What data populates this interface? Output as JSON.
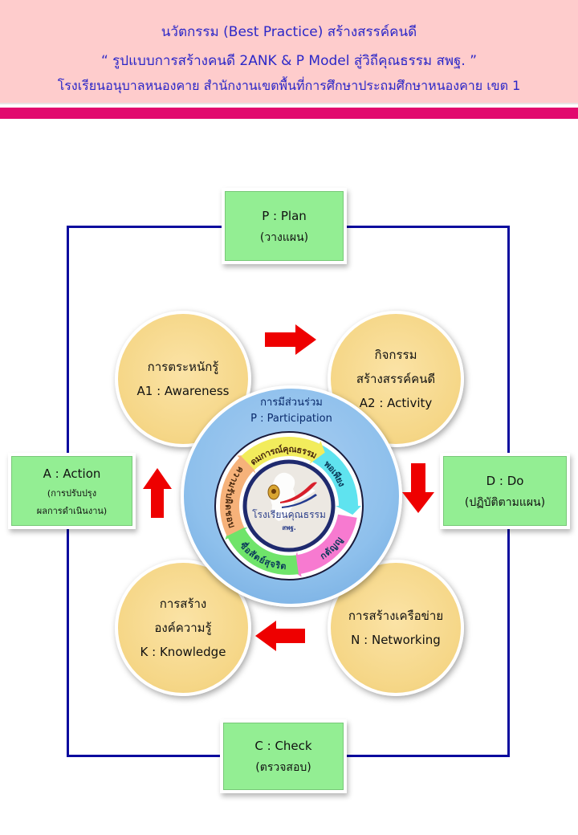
{
  "header": {
    "line1": "นวัตกรรม (Best  Practice)  สร้างสรรค์คนดี",
    "line2": "“ รูปแบบการสร้างคนดี  2ANK & P Model  สู่วิถีคุณธรรม สพฐ. ”",
    "line3": "โรงเรียนอนุบาลหนองคาย  สำนักงานเขตพื้นที่การศึกษาประถมศึกษาหนองคาย  เขต 1"
  },
  "pdca": {
    "plan": {
      "title": "P : Plan",
      "subtitle": "(วางแผน)"
    },
    "do": {
      "title": "D : Do",
      "subtitle": "(ปฏิบัติตามแผน)"
    },
    "check": {
      "title": "C : Check",
      "subtitle": "(ตรวจสอบ)"
    },
    "action": {
      "title": "A : Action",
      "subtitle1": "(การปรับปรุง",
      "subtitle2": "ผลการดำเนินงาน)"
    }
  },
  "steps": {
    "awareness": {
      "thai": "การตระหนักรู้",
      "eng": "A1 : Awareness"
    },
    "activity": {
      "thai1": "กิจกรรม",
      "thai2": "สร้างสรรค์คนดี",
      "eng": "A2 : Activity"
    },
    "networking": {
      "thai": "การสร้างเครือข่าย",
      "eng": "N : Networking"
    },
    "knowledge": {
      "thai1": "การสร้าง",
      "thai2": "องค์ความรู้",
      "eng": "K : Knowledge"
    }
  },
  "hub": {
    "thai": "การมีส่วนร่วม",
    "eng": "P : Participation",
    "logo_text": "โรงเรียนคุณธรรม",
    "logo_sub": "สพฐ.",
    "virtues": [
      {
        "label": "พอเพียง",
        "color": "#5fe3ef"
      },
      {
        "label": "กตัญญู",
        "color": "#f77ad0"
      },
      {
        "label": "ซื่อสัตย์สุจริต",
        "color": "#6fe46a"
      },
      {
        "label": "ความรับผิดชอบ",
        "color": "#f6b27a"
      },
      {
        "label": "อุดมการณ์คุณธรรม",
        "color": "#f2ec5c"
      }
    ]
  },
  "colors": {
    "header_bg": "#fecccc",
    "header_text": "#2b27c8",
    "accent_bar": "#e2096e",
    "frame": "#0b0b9e",
    "box": "#93ee93",
    "circle": "#f5d686",
    "hub": "#8ec0ec",
    "arrow": "#ee0000"
  }
}
